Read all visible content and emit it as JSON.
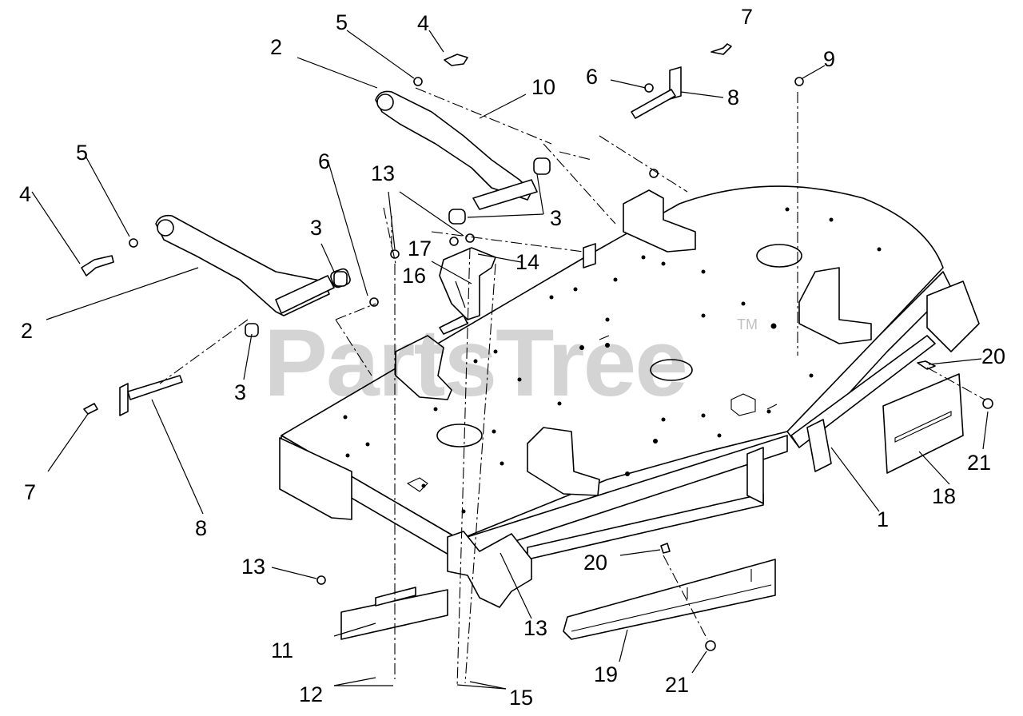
{
  "watermark": {
    "text": "PartsTree",
    "mark": "TM"
  },
  "callouts": {
    "c1": "1",
    "c2a": "2",
    "c2b": "2",
    "c3a": "3",
    "c3b": "3",
    "c3c": "3",
    "c4a": "4",
    "c4b": "4",
    "c5a": "5",
    "c5b": "5",
    "c6a": "6",
    "c6b": "6",
    "c7a": "7",
    "c7b": "7",
    "c8a": "8",
    "c8b": "8",
    "c9": "9",
    "c10": "10",
    "c11": "11",
    "c12": "12",
    "c13a": "13",
    "c13b": "13",
    "c13c": "13",
    "c14": "14",
    "c15": "15",
    "c16": "16",
    "c17": "17",
    "c18": "18",
    "c19": "19",
    "c20a": "20",
    "c20b": "20",
    "c21a": "21",
    "c21b": "21"
  }
}
